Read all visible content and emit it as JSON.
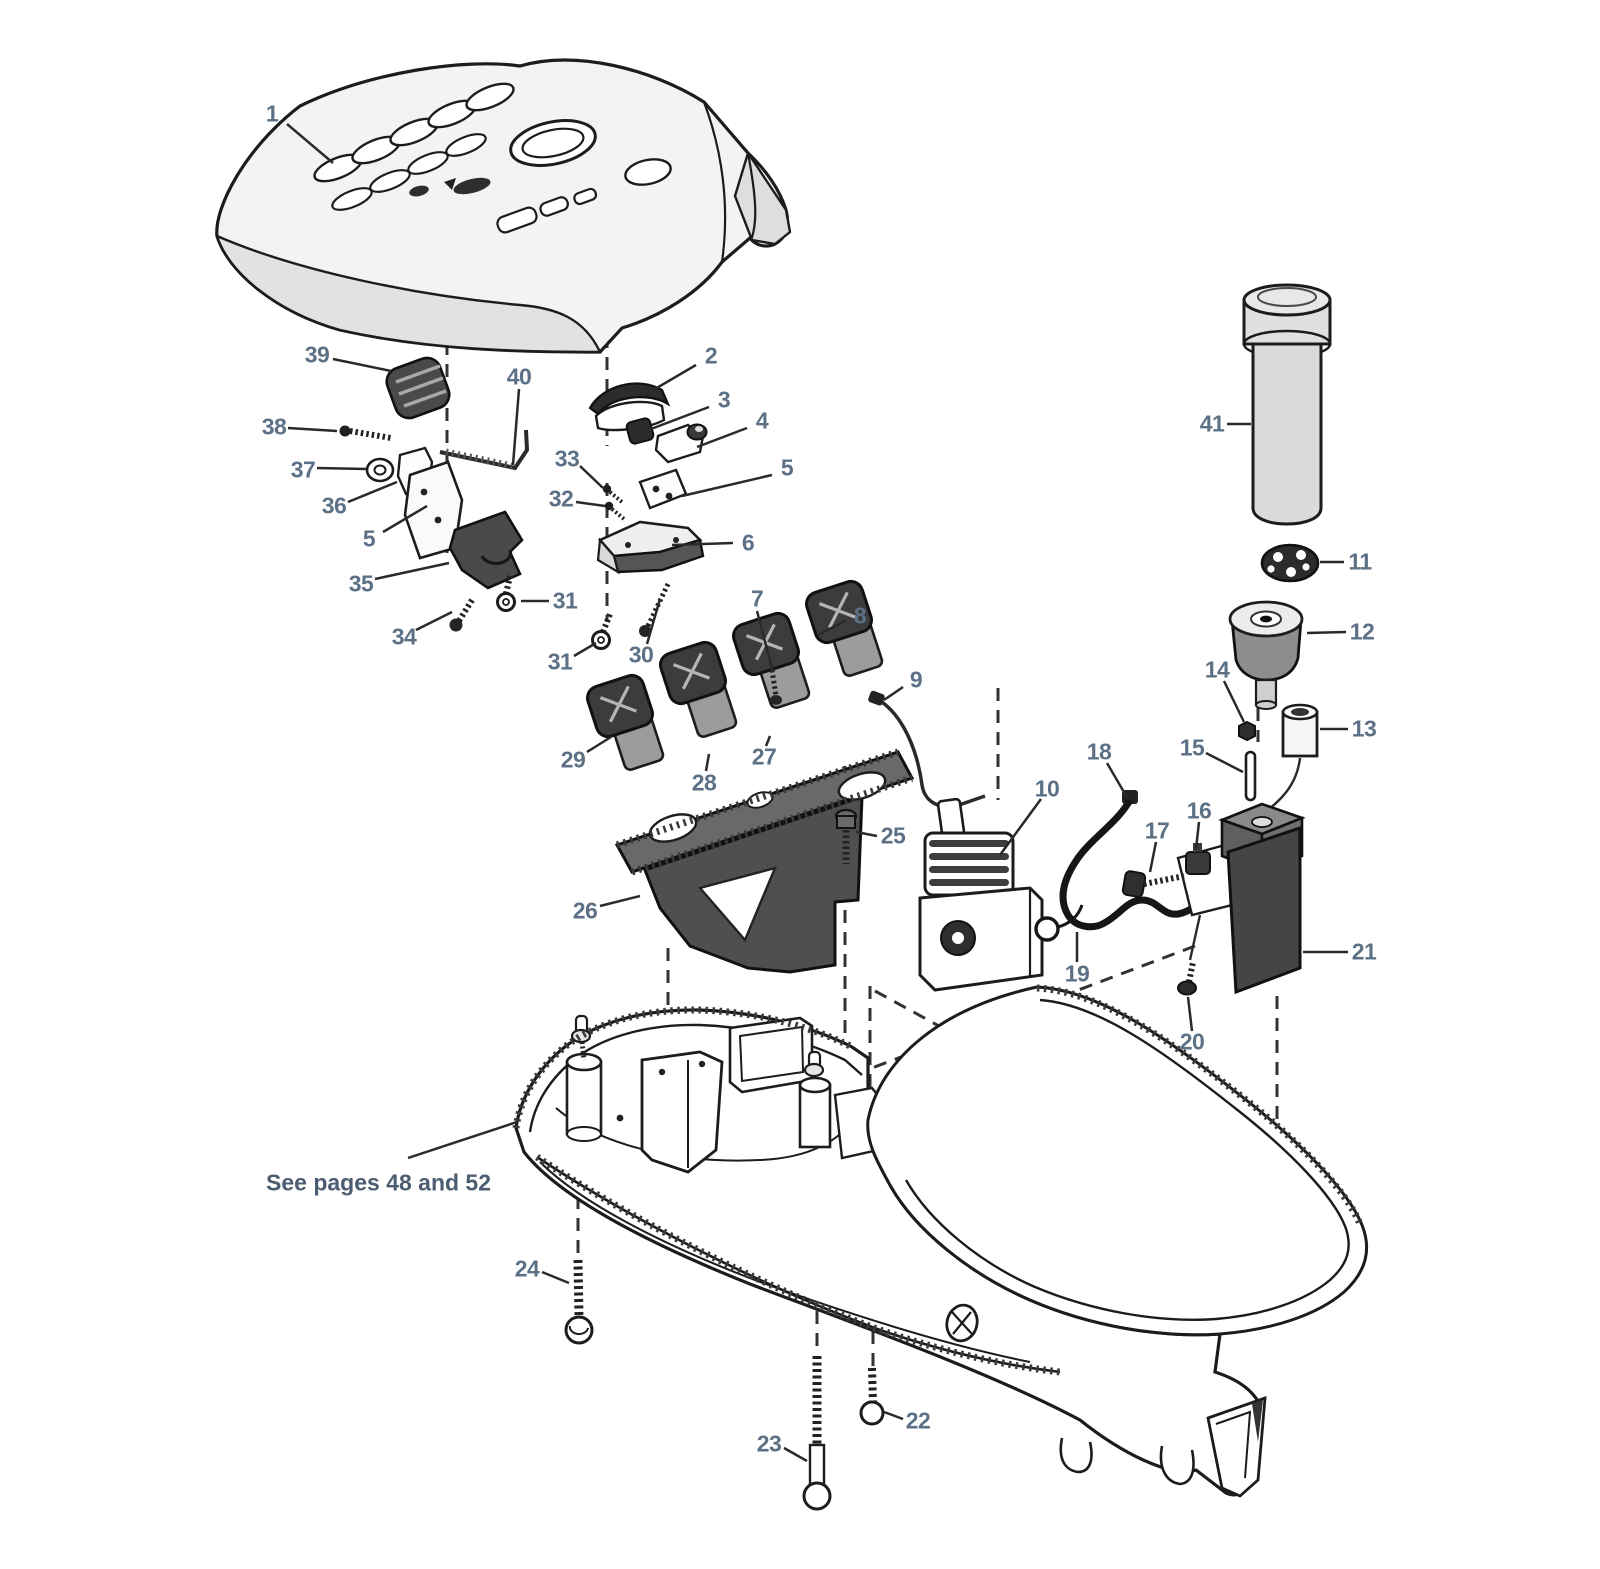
{
  "diagram": {
    "kind": "exploded-parts-diagram",
    "note": "See pages 48 and 52",
    "colors": {
      "label": "#5d7186",
      "note": "#4c5d72",
      "line": "#1c1c1c",
      "background": "#ffffff"
    },
    "callouts": {
      "c1": "1",
      "c2": "2",
      "c3": "3",
      "c4": "4",
      "c5": "5",
      "c6": "6",
      "c7": "7",
      "c8": "8",
      "c9": "9",
      "c10": "10",
      "c11": "11",
      "c12": "12",
      "c13": "13",
      "c14": "14",
      "c15": "15",
      "c16": "16",
      "c17": "17",
      "c18": "18",
      "c19": "19",
      "c20": "20",
      "c21": "21",
      "c22": "22",
      "c23": "23",
      "c24": "24",
      "c25": "25",
      "c26": "26",
      "c27": "27",
      "c28": "28",
      "c29": "29",
      "c30": "30",
      "c31": "31",
      "c32": "32",
      "c33": "33",
      "c34": "34",
      "c35": "35",
      "c36": "36",
      "c37": "37",
      "c38": "38",
      "c39": "39",
      "c40": "40",
      "c41": "41"
    }
  }
}
